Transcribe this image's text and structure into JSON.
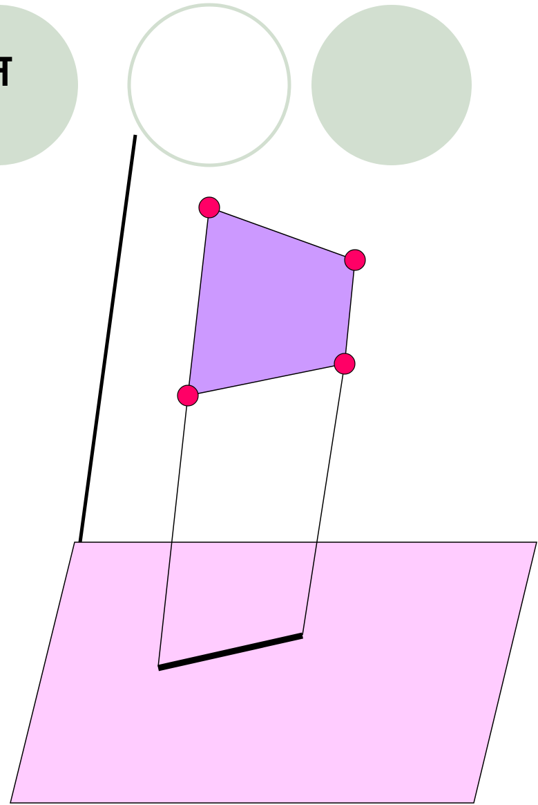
{
  "header": {
    "glyph": "न"
  },
  "colors": {
    "circle_fill": "#d2dfd0",
    "circle_outline": "#d2dfd0",
    "quad_fill": "#cc99ff",
    "plane_fill": "#ffccff",
    "vertex_fill": "#ff0066",
    "line": "#000000",
    "background": "#ffffff"
  },
  "figure": {
    "shapes": [
      "solid-circle",
      "outline-circle",
      "solid-circle",
      "vertical-line",
      "quadrilateral",
      "vertex-points",
      "projection-lines",
      "plane",
      "projected-segment"
    ]
  }
}
